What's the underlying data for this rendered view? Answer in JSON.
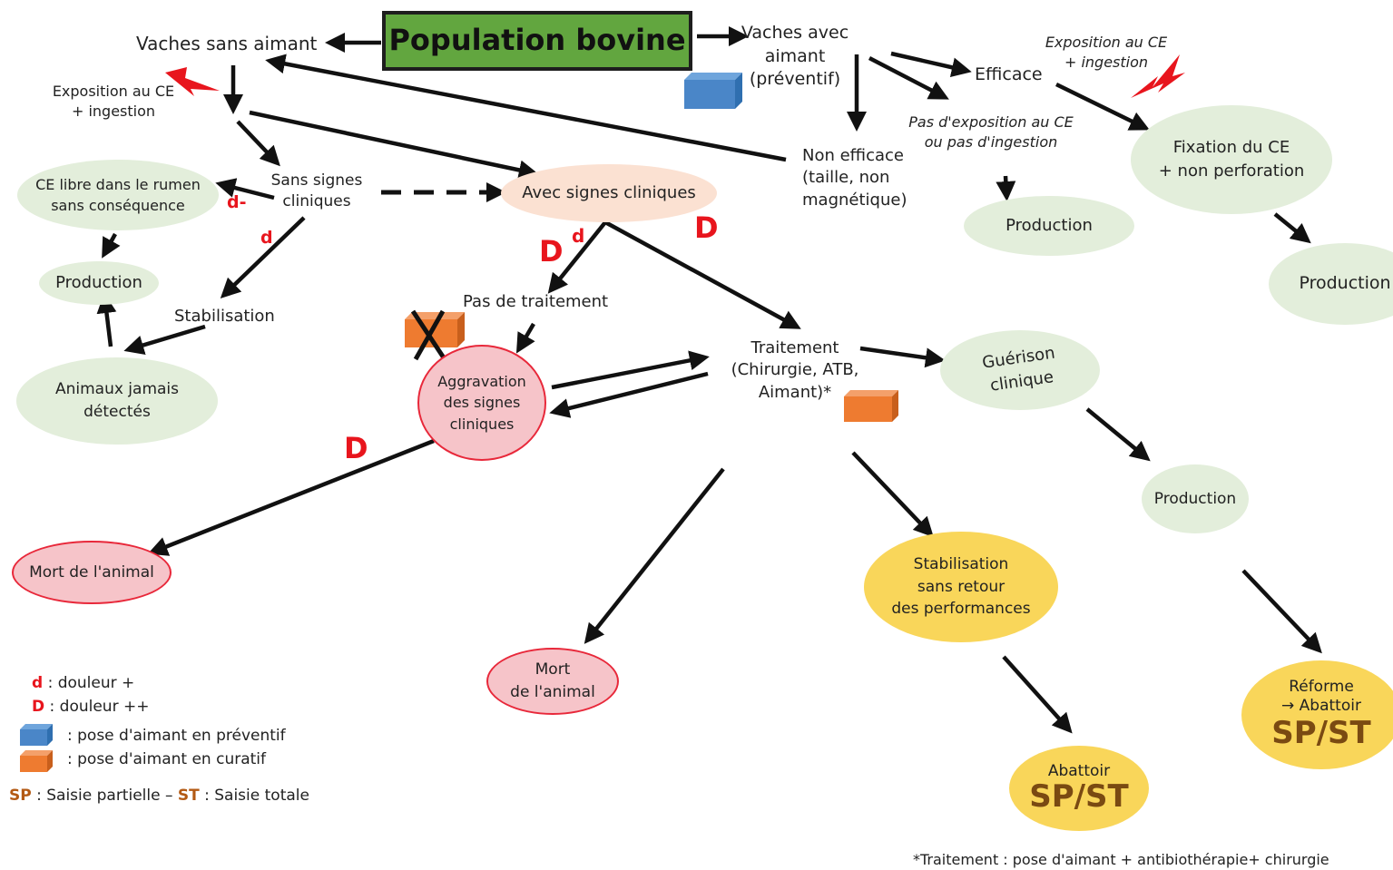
{
  "title": "Population bovine",
  "colors": {
    "title_bg": "#62a63f",
    "green_node": "#e3eedb",
    "peach_node": "#fbe1d2",
    "red_node": "#f6c4c9",
    "red_border": "#e8283a",
    "yellow_node": "#f9d65a",
    "pain_red": "#e8151d",
    "preventive_blue": "#4a86c8",
    "curative_orange": "#ee7b30",
    "spst_brown": "#7a4a12"
  },
  "left": {
    "vaches_sans_aimant": "Vaches sans aimant",
    "exposition": "Exposition au CE\n+ ingestion",
    "sans_signes": "Sans signes\ncliniques",
    "ce_libre": "CE libre dans le rumen\nsans conséquence",
    "production": "Production",
    "stabilisation": "Stabilisation",
    "animaux_jamais": "Animaux jamais\ndétectés"
  },
  "center": {
    "avec_signes": "Avec signes cliniques",
    "pas_traitement": "Pas de traitement",
    "aggravation": "Aggravation\ndes signes\ncliniques",
    "mort_left": "Mort de l'animal",
    "traitement": "Traitement\n(Chirurgie, ATB,\nAimant)*",
    "mort_center": "Mort\nde l'animal"
  },
  "right": {
    "vaches_avec_aimant": "Vaches avec\naimant\n(préventif)",
    "efficace": "Efficace",
    "exposition": "Exposition au CE\n+ ingestion",
    "pas_exposition": "Pas d'exposition au CE\nou pas d'ingestion",
    "non_efficace": "Non efficace\n(taille, non\nmagnétique)",
    "production_a": "Production",
    "fixation": "Fixation du CE\n+ non perforation",
    "production_b": "Production",
    "guerison": "Guérison\nclinique",
    "production_c": "Production",
    "stabilisation_sans_retour": "Stabilisation\nsans retour\ndes performances",
    "abattoir": "Abattoir",
    "spst": "SP/ST",
    "reforme": "Réforme\n→ Abattoir",
    "spst2": "SP/ST"
  },
  "pain_marks": {
    "d_minus": "d-",
    "d_small": "d",
    "D_big": "D"
  },
  "legend": {
    "d": "d",
    "d_text": " : douleur +",
    "D": "D",
    "D_text": " : douleur ++",
    "preventif": ": pose d'aimant en préventif",
    "curatif": ": pose d'aimant en curatif",
    "sp": "SP",
    "sp_text": " : Saisie partielle – ",
    "st": "ST",
    "st_text": " : Saisie totale"
  },
  "footnote": "*Traitement  : pose d'aimant + antibiothérapie+ chirurgie"
}
